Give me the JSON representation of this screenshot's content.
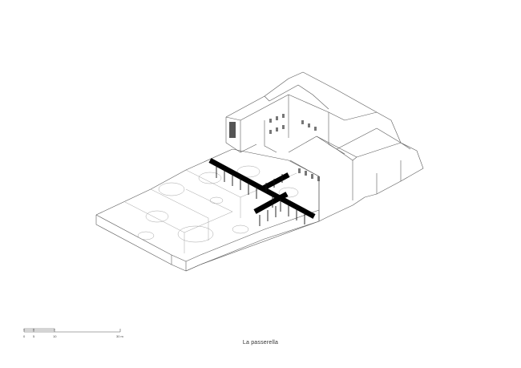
{
  "caption": "La passerella",
  "scale_bar": {
    "labels": [
      "0",
      "5",
      "10",
      "30 m"
    ]
  }
}
